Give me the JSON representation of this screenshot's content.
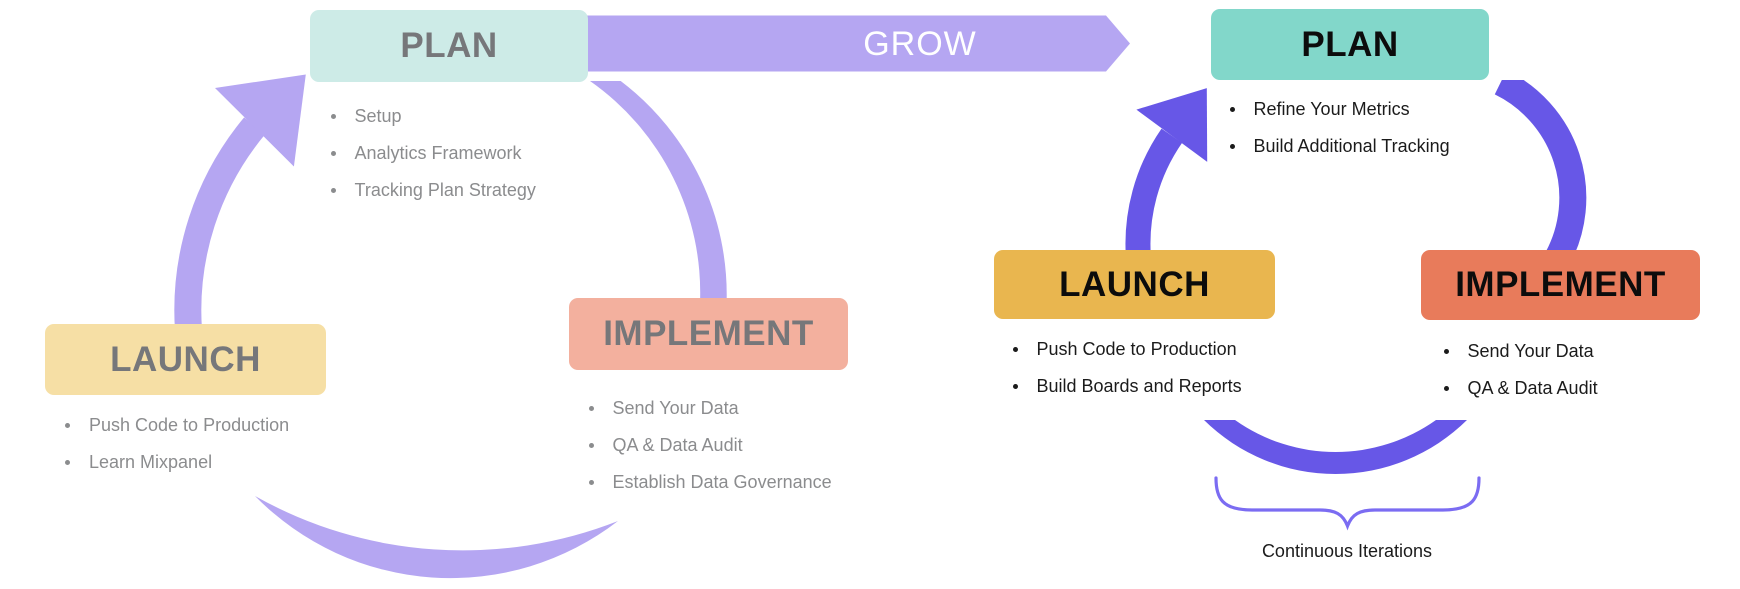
{
  "title": "Implementation cycle diagram",
  "colors": {
    "left_cycle": "#b5a6f2",
    "right_cycle": "#6757e7",
    "brace": "#7b6cf2",
    "grow_text": "#ffffff",
    "left_plan_bg": "#cdebe7",
    "left_implement_bg": "#f3b09e",
    "left_launch_bg": "#f6dfa5",
    "right_plan_bg": "#82d7ca",
    "right_launch_bg": "#e9b64f",
    "right_implement_bg": "#e87b5b",
    "left_label": "#76777a",
    "left_list": "#8b8c8e",
    "right_label": "#0c0c0c",
    "right_list": "#1b1b1b"
  },
  "grow": {
    "label": "GROW"
  },
  "left_cycle": {
    "plan": {
      "label": "PLAN",
      "items": [
        "Setup",
        "Analytics Framework",
        "Tracking Plan Strategy"
      ]
    },
    "implement": {
      "label": "IMPLEMENT",
      "items": [
        "Send Your Data",
        "QA & Data Audit",
        "Establish Data Governance"
      ]
    },
    "launch": {
      "label": "LAUNCH",
      "items": [
        "Push Code to Production",
        "Learn Mixpanel"
      ]
    }
  },
  "right_cycle": {
    "plan": {
      "label": "PLAN",
      "items": [
        "Refine Your Metrics",
        "Build Additional Tracking"
      ]
    },
    "launch": {
      "label": "LAUNCH",
      "items": [
        "Push Code to Production",
        "Build Boards and Reports"
      ]
    },
    "implement": {
      "label": "IMPLEMENT",
      "items": [
        "Send Your Data",
        "QA & Data Audit"
      ]
    },
    "caption": "Continuous Iterations"
  }
}
